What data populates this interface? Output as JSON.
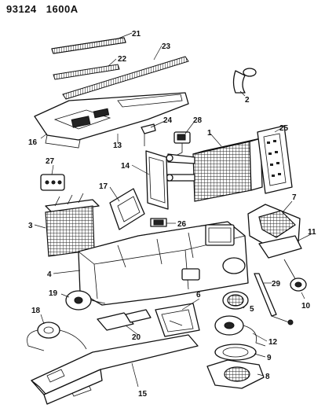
{
  "header": {
    "code_left": "93124",
    "code_right": "1600A"
  },
  "callouts": {
    "c1": "1",
    "c2": "2",
    "c3": "3",
    "c4": "4",
    "c5": "5",
    "c6": "6",
    "c7": "7",
    "c8": "8",
    "c9": "9",
    "c10": "10",
    "c11": "11",
    "c12": "12",
    "c13": "13",
    "c14": "14",
    "c15": "15",
    "c16": "16",
    "c17": "17",
    "c18": "18",
    "c19": "19",
    "c20": "20",
    "c21": "21",
    "c22": "22",
    "c23": "23",
    "c24": "24",
    "c25": "25",
    "c26": "26",
    "c27": "27",
    "c28": "28",
    "c29": "29"
  }
}
